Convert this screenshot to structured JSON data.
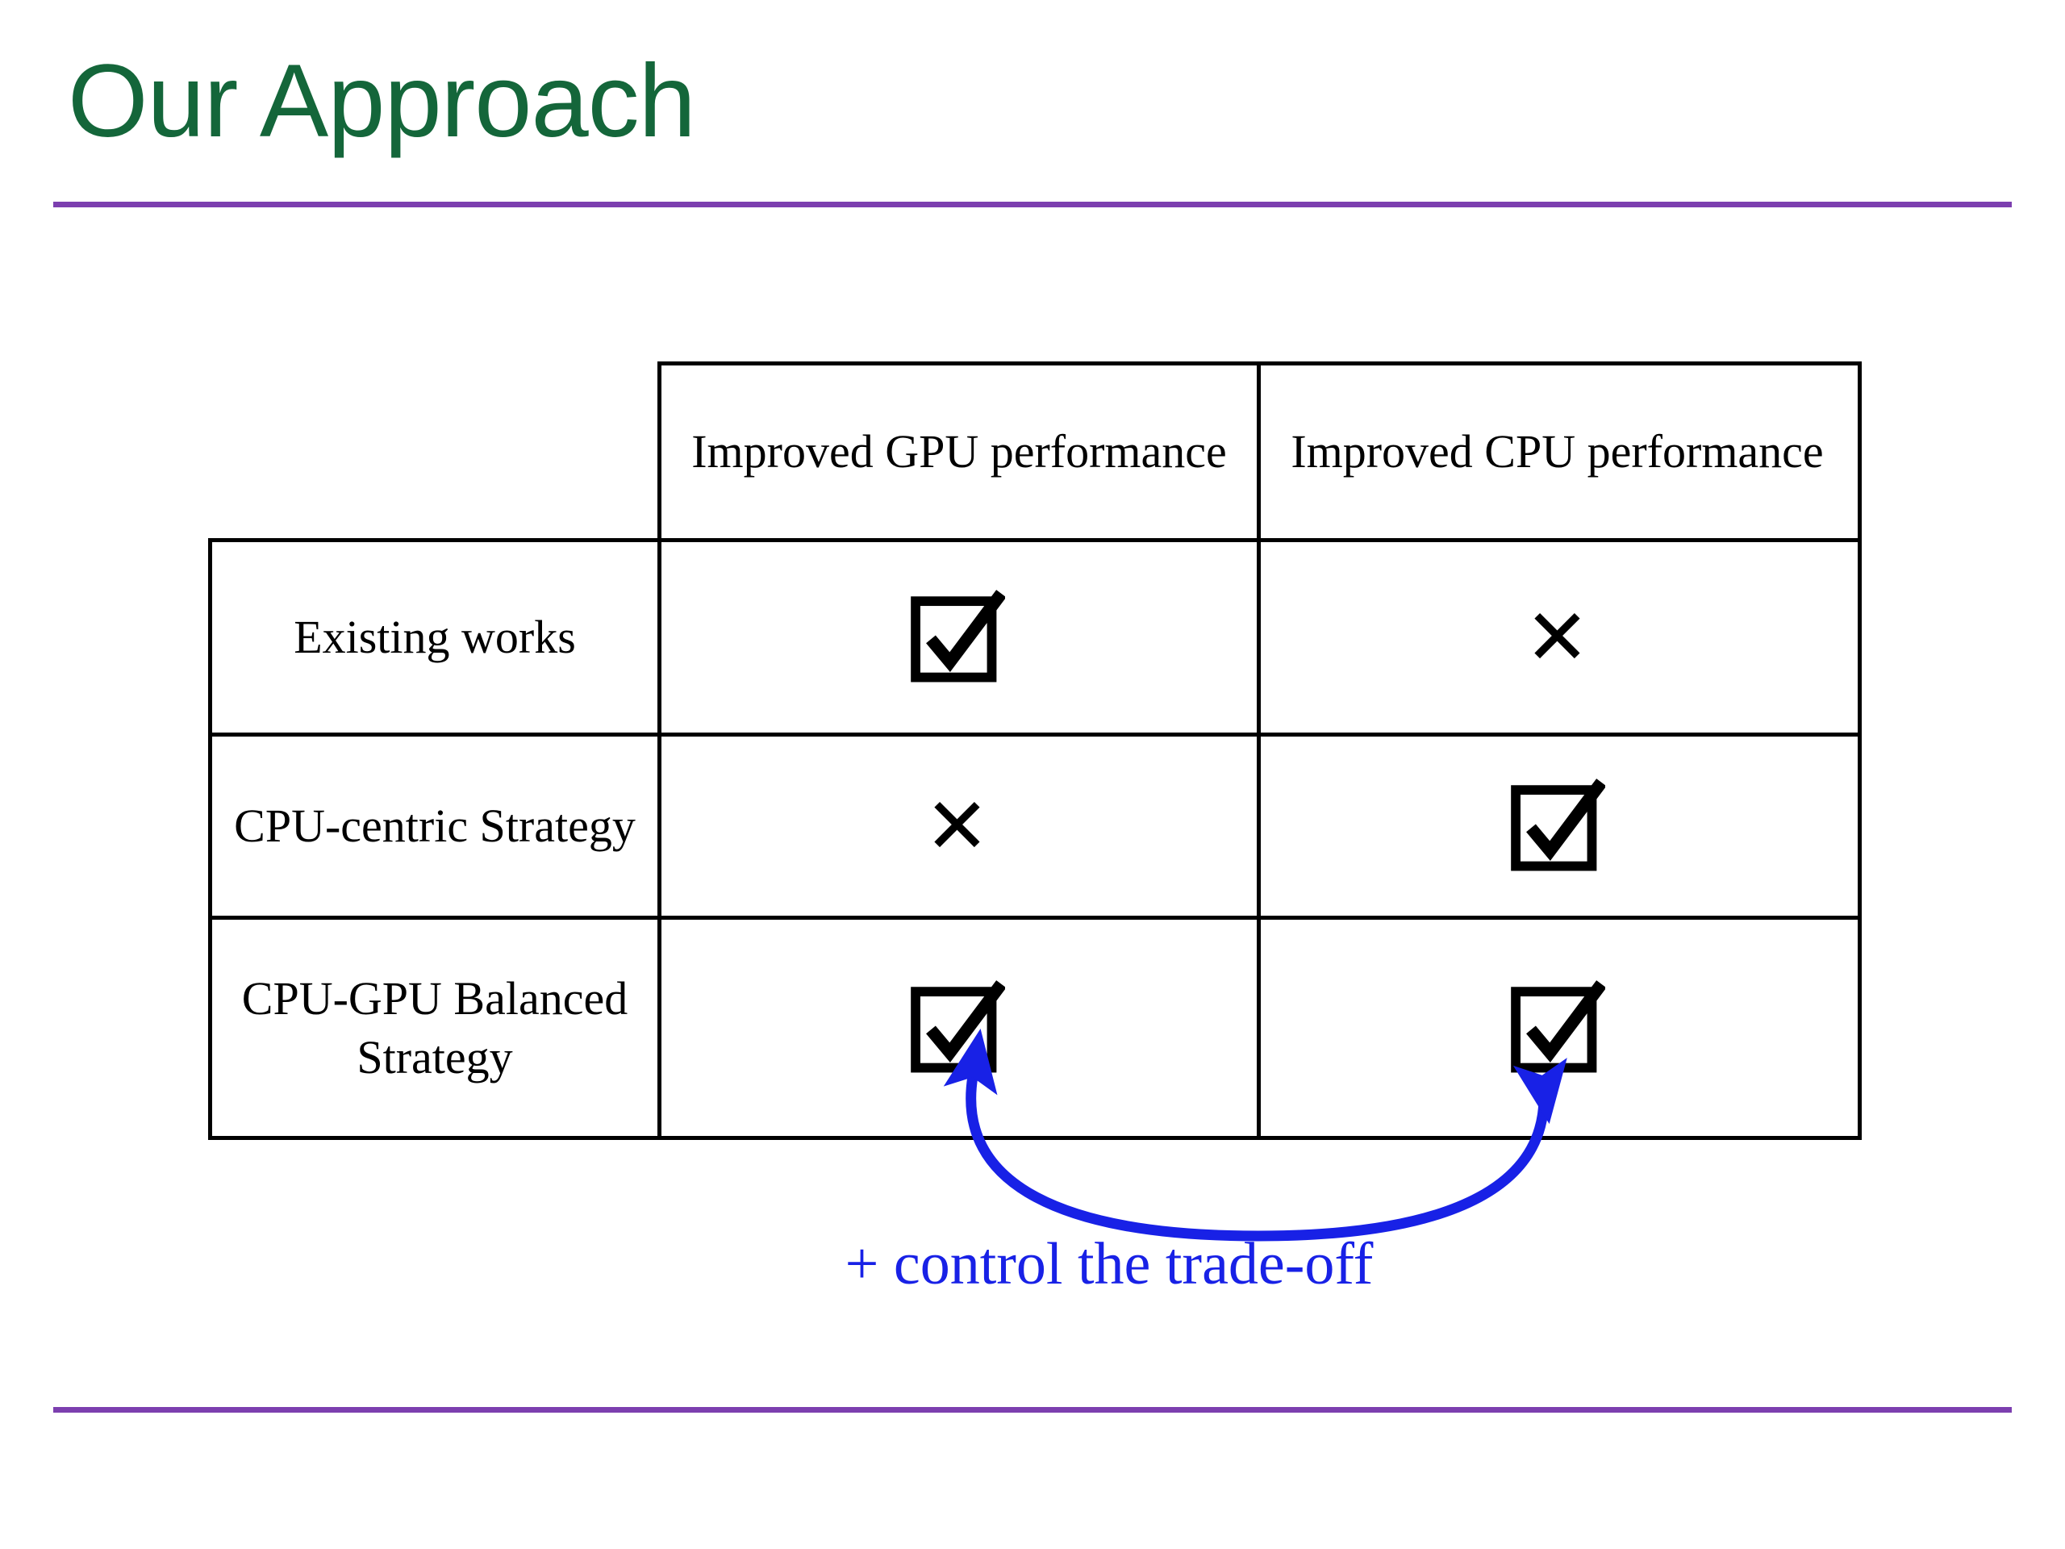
{
  "slide": {
    "title": "Our Approach",
    "title_color": "#14663A",
    "rule_color": "#7C3FAF",
    "background": "#FFFFFF"
  },
  "table": {
    "corner_label": "",
    "columns": [
      {
        "id": "row-label",
        "label": ""
      },
      {
        "id": "gpu",
        "label": "Improved GPU performance"
      },
      {
        "id": "cpu",
        "label": "Improved CPU performance"
      }
    ],
    "rows": [
      {
        "label": "Existing works",
        "gpu": {
          "mark": "check",
          "icon": "ballot-box-with-check-icon"
        },
        "cpu": {
          "mark": "cross",
          "icon": "cross-mark-icon",
          "glyph": "✕"
        }
      },
      {
        "label": "CPU-centric Strategy",
        "gpu": {
          "mark": "cross",
          "icon": "cross-mark-icon",
          "glyph": "✕"
        },
        "cpu": {
          "mark": "check",
          "icon": "ballot-box-with-check-icon"
        }
      },
      {
        "label": "CPU-GPU Balanced Strategy",
        "gpu": {
          "mark": "check",
          "icon": "ballot-box-with-check-icon"
        },
        "cpu": {
          "mark": "check",
          "icon": "ballot-box-with-check-icon"
        }
      }
    ]
  },
  "annotation": {
    "text": "+ control the trade-off",
    "color": "#1821E6",
    "arrow": "double-headed-curved-arrow-icon"
  }
}
